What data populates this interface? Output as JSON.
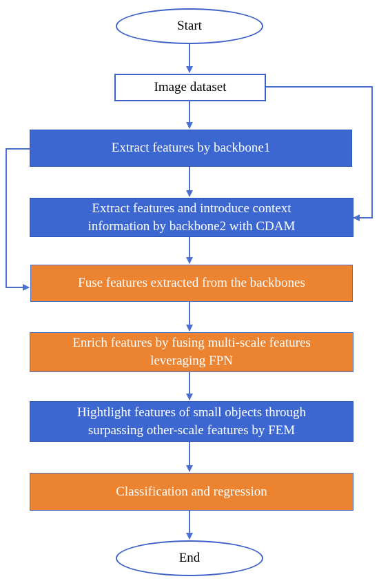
{
  "nodes": {
    "start": "Start",
    "image_dataset": "Image dataset",
    "backbone1": "Extract features by backbone1",
    "backbone2": {
      "line1": "Extract features and introduce context",
      "line2": "information by backbone2 with CDAM"
    },
    "fuse": "Fuse features extracted from the backbones",
    "enrich": {
      "line1": "Enrich features by fusing multi-scale features",
      "line2": "leveraging FPN"
    },
    "highlight": {
      "line1": "Hightlight features of small objects through",
      "line2": "surpassing other-scale features by  FEM"
    },
    "classification": "Classification and regression",
    "end": "End"
  },
  "colors": {
    "arrow": "#4a6fd1",
    "terminal_border": "#3f62c8",
    "process_blue": "#3c67d1",
    "process_orange": "#ec8331",
    "text_dark": "#000000",
    "text_light": "#ffffff"
  }
}
